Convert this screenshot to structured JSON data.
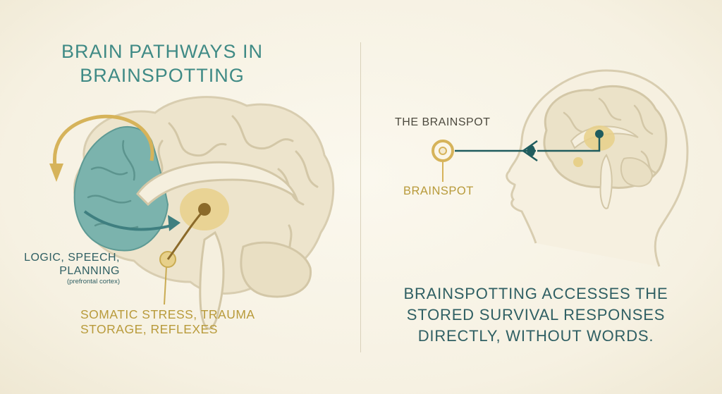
{
  "left_panel": {
    "title": "BRAIN PATHWAYS IN BRAINSPOTTING",
    "prefrontal_label": "LOGIC, SPEECH, PLANNING",
    "prefrontal_sublabel": "(prefrontal cortex)",
    "limbic_label": "SOMATIC STRESS, TRAUMA STORAGE, REFLEXES"
  },
  "right_panel": {
    "brainspot_title": "THE BRAINSPOT",
    "brainspot_label": "BRAINSPOT",
    "caption": "BRAINSPOTTING ACCESSES THE STORED SURVIVAL RESPONSES DIRECTLY, WITHOUT WORDS."
  },
  "colors": {
    "teal": "#7bb3ad",
    "gold": "#d9b85c",
    "brain_fill": "#ede4cc",
    "brain_line": "#cfc3a3",
    "dark_teal": "#1f5c5e"
  }
}
